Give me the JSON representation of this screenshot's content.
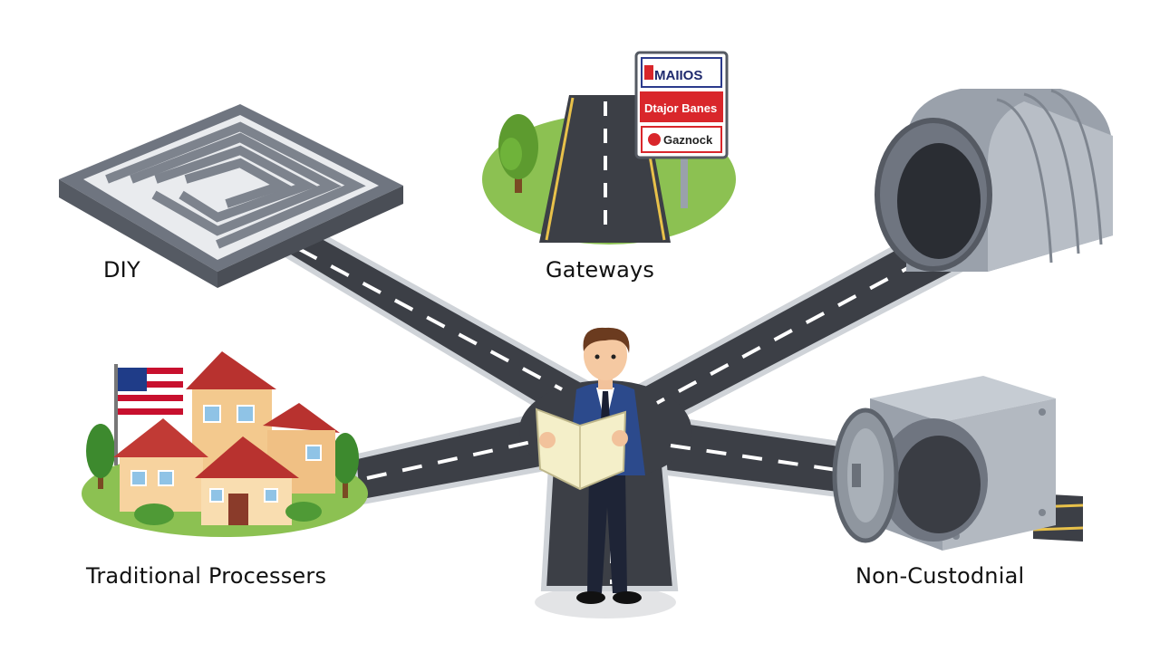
{
  "labels": {
    "diy": "DIY",
    "gateways": "Gateways",
    "traditional": "Traditional Processers",
    "non_custodial": "Non-Custodnial"
  },
  "sign": {
    "line1": "MAIIOS",
    "line2": "Dtajor Banes",
    "line3": "Gaznock"
  },
  "colors": {
    "road": "#3c3f46",
    "road_edge": "#cfd3d8",
    "lane_mark": "#ffffff",
    "yellow_line": "#e8c14a",
    "grass": "#8cc152",
    "sign_red": "#d9262b",
    "suit": "#2c4a8c",
    "maze": "#6f7580",
    "metal": "#9aa1ab",
    "roof": "#b8322f",
    "wall": "#f3c98e"
  },
  "icons": [
    "maze-icon",
    "highway-icon",
    "tunnel-icon",
    "houses-icon",
    "vault-icon",
    "person-icon",
    "flag-icon",
    "tree-icon"
  ]
}
